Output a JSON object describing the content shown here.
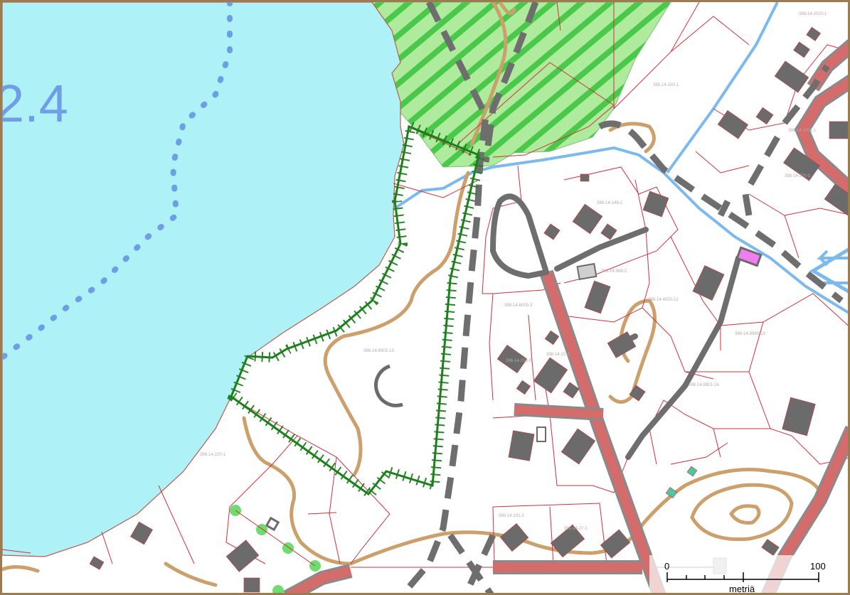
{
  "map": {
    "water_depth_label": "2.4",
    "parcel_labels": [
      "398-14-2020-1",
      "398-14-100-1",
      "398-14-270-1",
      "398-14-1001-1",
      "398-14-149-1",
      "398-14-9901-13",
      "398-14-998-2",
      "398-14-6000-3",
      "398-14-218-0",
      "398-14-22-0",
      "398-14-4000-12",
      "398-14-9999-13",
      "398-14-9901-16",
      "398-14-220-1",
      "398-14-231-1",
      "398-14-27-1"
    ]
  },
  "scale_bar": {
    "start_label": "0",
    "end_label": "100",
    "unit_label": "metriä"
  },
  "colors": {
    "water": "#aef1f7",
    "water_line": "#79a9e8",
    "forest": "#aeeb9c",
    "forest_hatch": "#4ac84a",
    "contour": "#cc9f6b",
    "road": "#d46c6c",
    "road_casing": "#8a8a8a",
    "path": "#6e6e6e",
    "parcel_line": "#d3303b",
    "building": "#6b6b6b",
    "area_boundary": "#1c7f1c",
    "highlight_building": "#f17ef1",
    "frame": "#9b7b4f"
  }
}
